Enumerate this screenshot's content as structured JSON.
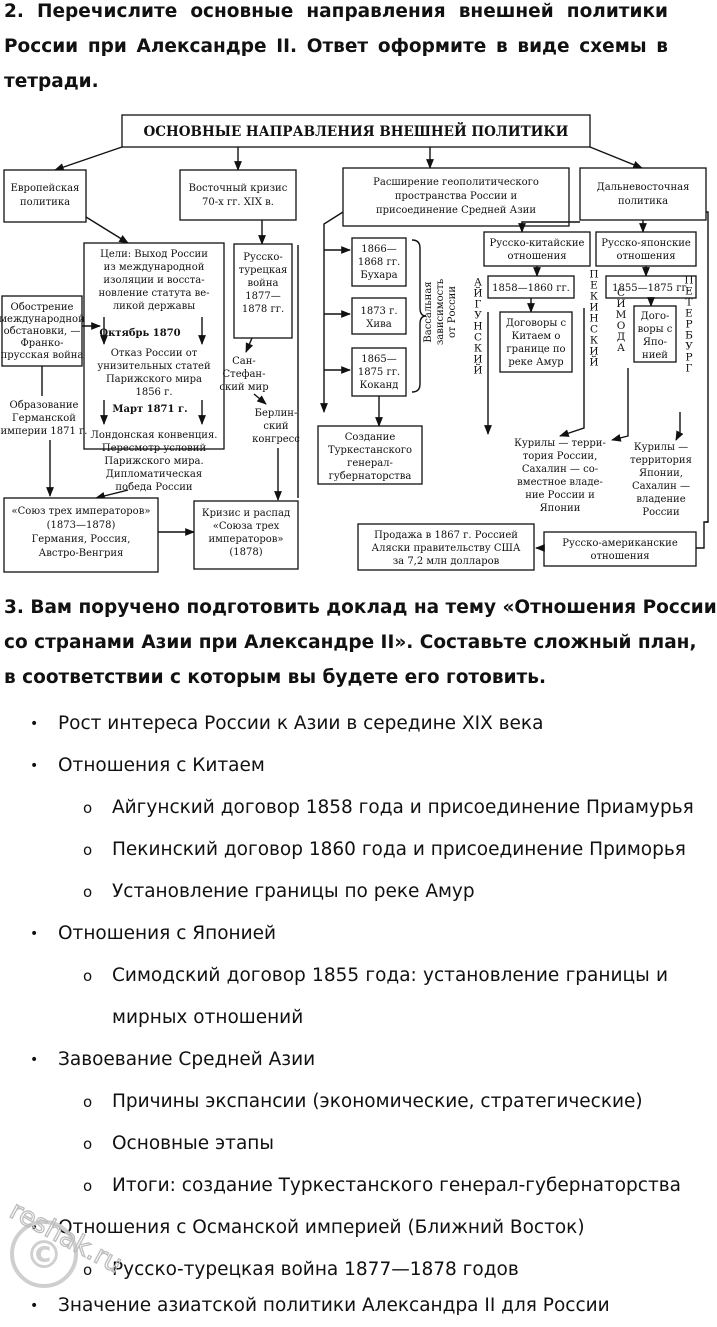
{
  "task2": {
    "lines": [
      "2. Перечислите основные направления внешней политики",
      "России при Александре II. Ответ оформите в виде схемы в",
      "тетради."
    ]
  },
  "diagram": {
    "header": "ОСНОВНЫЕ НАПРАВЛЕНИЯ ВНЕШНЕЙ ПОЛИТИКИ",
    "europe": {
      "title": [
        "Европейская",
        "политика"
      ],
      "goals": [
        "Цели: Выход России",
        "из международной",
        "изоляции и восста-",
        "новление статута ве-",
        "ликой державы"
      ],
      "oct1870": "Октябрь 1870",
      "otkaz": [
        "Отказ России от",
        "унизительных статей",
        "Парижского мира",
        "1856 г."
      ],
      "mar1871": "Март 1871 г.",
      "london": [
        "Лондонская конвенция.",
        "Пересмотр условий",
        "Парижского мира.",
        "Дипломатическая",
        "победа России"
      ],
      "obostr": [
        "Обострение",
        "международной",
        "обстановки, —",
        "Франко-",
        "прусская война"
      ],
      "germany": [
        "Образование",
        "Германской",
        "империи 1871 г."
      ],
      "union": [
        "«Союз трех императоров»",
        "(1873—1878)",
        "Германия, Россия,",
        "Австро-Венгрия"
      ],
      "crisis": [
        "Кризис и распад",
        "«Союза трех",
        "императоров»",
        "(1878)"
      ]
    },
    "east": {
      "title": [
        "Восточный кризис",
        "70-х гг. XIX в."
      ],
      "war": [
        "Русско-",
        "турецкая",
        "война",
        "1877—",
        "1878 гг."
      ],
      "sanstefano": [
        "Сан-",
        "Стефан-",
        "ский мир"
      ],
      "berlin": [
        "Берлин-",
        "ский",
        "конгресс"
      ]
    },
    "asia": {
      "title": [
        "Расширение геополитического",
        "пространства России и",
        "присоединение Средней Азии"
      ],
      "bukhara": [
        "1866—",
        "1868 гг.",
        "Бухара"
      ],
      "khiva": [
        "1873 г.",
        "Хива"
      ],
      "kokand": [
        "1865—",
        "1875 гг.",
        "Коканд"
      ],
      "vassal": [
        "Вассальная",
        "зависимость",
        "от России"
      ],
      "turkestan": [
        "Создание",
        "Туркестанского",
        "генерал-",
        "губернаторства"
      ],
      "alaska": [
        "Продажа в 1867 г. Россией",
        "Аляски правительству США",
        "за 7,2 млн долларов"
      ]
    },
    "fareast": {
      "title": [
        "Дальневосточная",
        "политика"
      ],
      "china": [
        "Русско-китайские",
        "отношения"
      ],
      "china_years": "1858—1860 гг.",
      "china_treaty": [
        "Договоры с",
        "Китаем о",
        "границе по",
        "реке Амур"
      ],
      "aigun": "АЙГУНСКИЙ",
      "peking": "ПЕКИНСКИЙ",
      "japan": [
        "Русско-японские",
        "отношения"
      ],
      "japan_years": "1855—1875 гг.",
      "japan_treaty": [
        "Дого-",
        "воры с",
        "Япо-",
        "нией"
      ],
      "shimoda": "СИМОДА",
      "peterburg": "ПЕТЕРБУРГ",
      "kuril1": [
        "Курилы — терри-",
        "тория России,",
        "Сахалин — со-",
        "вместное владе-",
        "ние России и",
        "Японии"
      ],
      "kuril2": [
        "Курилы —",
        "территория",
        "Японии,",
        "Сахалин —",
        "владение",
        "России"
      ],
      "usa": [
        "Русско-американские",
        "отношения"
      ]
    }
  },
  "task3": {
    "lines": [
      "3. Вам поручено подготовить доклад на тему «Отношения России",
      "со странами Азии при Александре II». Составьте сложный план,",
      "в соответствии с которым вы будете его готовить."
    ]
  },
  "plan": {
    "bullet": "•",
    "sub_bullet": "o",
    "items": [
      {
        "level": 1,
        "text": "Рост интереса России к Азии в середине XIX века"
      },
      {
        "level": 1,
        "text": "Отношения с Китаем"
      },
      {
        "level": 2,
        "text": "Айгунский договор 1858 года и присоединение Приамурья"
      },
      {
        "level": 2,
        "text": "Пекинский договор 1860 года и присоединение Приморья"
      },
      {
        "level": 2,
        "text": "Установление границы по реке Амур"
      },
      {
        "level": 1,
        "text": "Отношения с Японией"
      },
      {
        "level": 2,
        "text": "Симодский договор 1855 года: установление границы и",
        "text2": "мирных отношений"
      },
      {
        "level": 1,
        "text": "Завоевание Средней Азии"
      },
      {
        "level": 2,
        "text": "Причины экспансии (экономические, стратегические)"
      },
      {
        "level": 2,
        "text": "Основные этапы"
      },
      {
        "level": 2,
        "text": "Итоги: создание Туркестанского генерал-губернаторства"
      },
      {
        "level": 1,
        "text": "Отношения с Османской империей (Ближний Восток)"
      },
      {
        "level": 2,
        "text": "Русско-турецкая война 1877—1878 годов"
      },
      {
        "level": 1,
        "text": "Значение азиатской политики Александра II для России"
      }
    ]
  },
  "watermark": "reshak.ru"
}
